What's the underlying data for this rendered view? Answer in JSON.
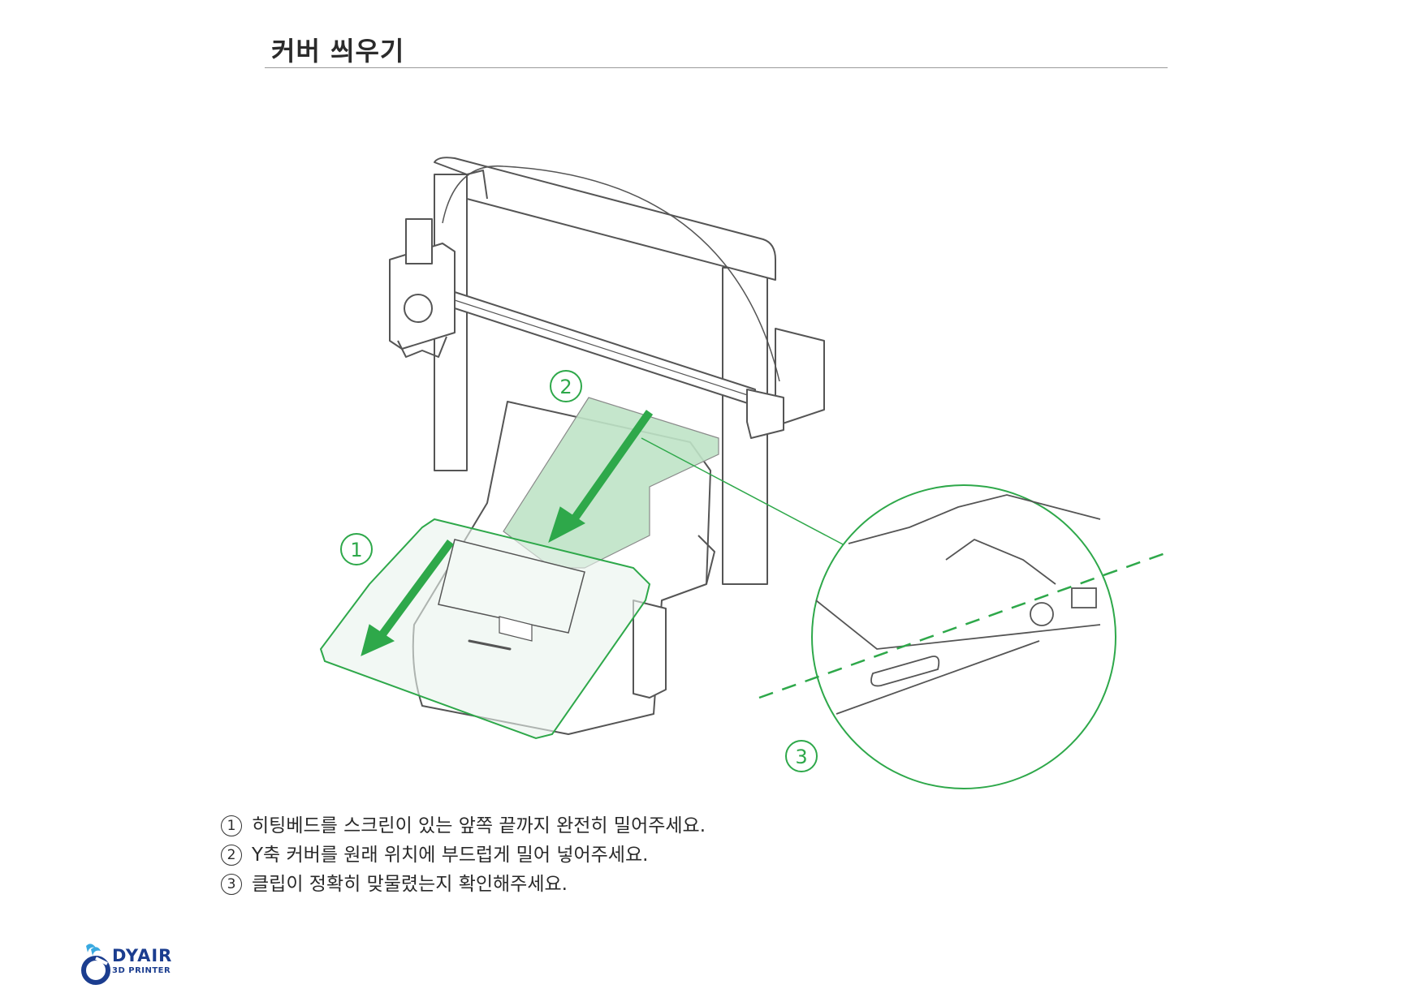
{
  "title": "커버 씌우기",
  "callouts": {
    "c1": "①",
    "c2": "②",
    "c3": "③"
  },
  "steps": [
    {
      "num": "1",
      "text": "히팅베드를 스크린이 있는 앞쪽 끝까지 완전히 밀어주세요."
    },
    {
      "num": "2",
      "text": "Y축 커버를 원래 위치에 부드럽게 밀어 넣어주세요."
    },
    {
      "num": "3",
      "text": "클립이 정확히 맞물렸는지 확인해주세요."
    }
  ],
  "logo": {
    "name": "DYAIR",
    "sub": "3D PRINTER"
  },
  "colors": {
    "accent_green": "#2ea84a",
    "fill_green": "#bfe3c7",
    "line_gray": "#555555",
    "logo_blue": "#1b3d8f",
    "logo_light": "#39a9e0"
  }
}
